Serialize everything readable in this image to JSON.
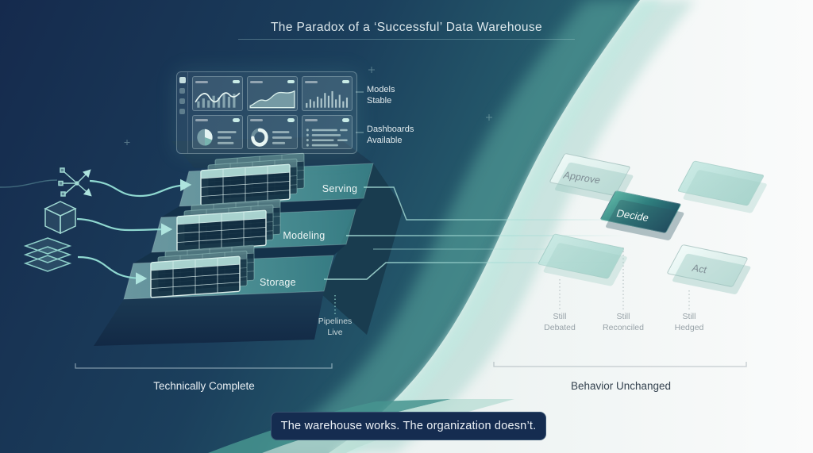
{
  "title": "The Paradox of a ‘Successful’ Data Warehouse",
  "warehouse": {
    "dashboard_annotations": [
      {
        "line1": "Models",
        "line2": "Stable"
      },
      {
        "line1": "Dashboards",
        "line2": "Available"
      }
    ],
    "layers": [
      {
        "label": "Serving"
      },
      {
        "label": "Modeling"
      },
      {
        "label": "Storage"
      }
    ],
    "pipeline_annotation": {
      "line1": "Pipelines",
      "line2": "Live"
    },
    "caption": "Technically Complete"
  },
  "organization": {
    "cards": [
      {
        "label": "Approve"
      },
      {
        "label": "Decide"
      },
      {
        "label": "Act"
      }
    ],
    "statuses": [
      {
        "line1": "Still",
        "line2": "Debated"
      },
      {
        "line1": "Still",
        "line2": "Reconciled"
      },
      {
        "line1": "Still",
        "line2": "Hedged"
      }
    ],
    "caption": "Behavior Unchanged"
  },
  "footer": {
    "message": "The warehouse works. The organization doesn’t."
  },
  "colors": {
    "background_navy": "#152a4d",
    "background_teal": "#2e6f78",
    "accent_mint": "#8fd8d0",
    "light_side": "#f7fafa",
    "decide_fill_start": "#5cb3a4",
    "decide_fill_end": "#1c4a5f",
    "footer_bar": "#152c50"
  }
}
